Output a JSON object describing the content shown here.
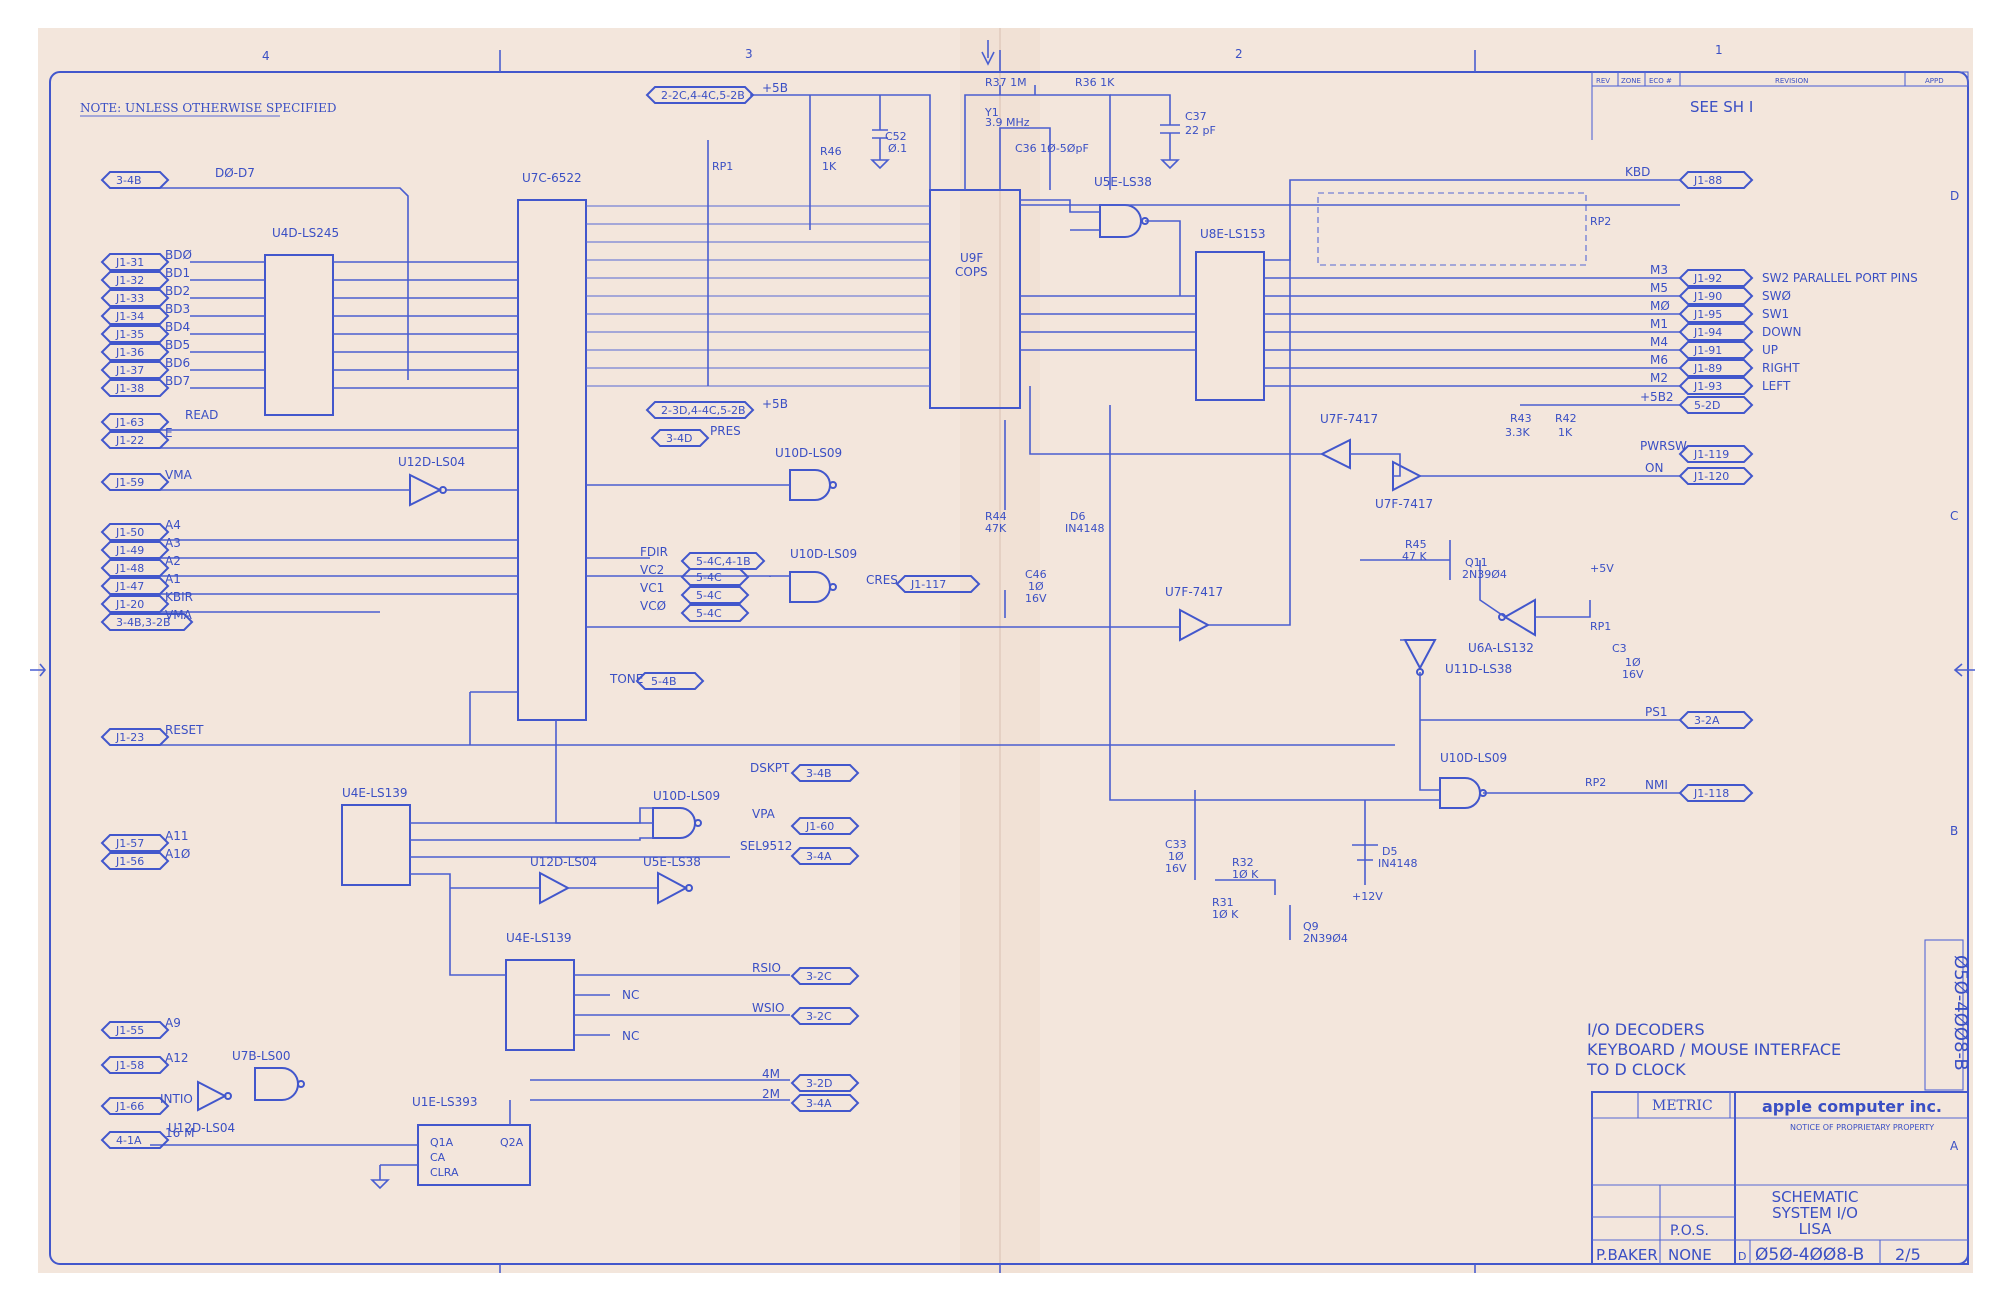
{
  "zones": [
    "4",
    "3",
    "2",
    "1"
  ],
  "rows": [
    "D",
    "C",
    "B",
    "A"
  ],
  "note": "NOTE: UNLESS OTHERWISE SPECIFIED",
  "revision": {
    "headers": [
      "REV",
      "ZONE",
      "ECO #",
      "REVISION",
      "APPD"
    ],
    "entry": "SEE SH I"
  },
  "colors": {
    "ink": "#3a4fc4",
    "paper": "#f3e6dc"
  },
  "chips": {
    "u4d": "U4D-LS245",
    "u7c": "U7C-6522",
    "u9f": "U9F",
    "cops": "COPS",
    "u8e": "U8E-LS153",
    "u5e": "U5E-LS38",
    "u12d_a": "U12D-LS04",
    "u10d_a": "U10D-LS09",
    "u10d_b": "U10D-LS09",
    "u10d_c": "U10D-LS09",
    "u10d_d": "U10D-LS09",
    "u7f_a": "U7F-7417",
    "u7f_b": "U7F-7417",
    "u7f_c": "U7F-7417",
    "u6a": "U6A-LS132",
    "u11d": "U11D-LS38",
    "u4e_a": "U4E-LS139",
    "u4e_b": "U4E-LS139",
    "u12d_b": "U12D-LS04",
    "u12d_c": "U12D-LS04",
    "u5e_b": "U5E-LS38",
    "u7b": "U7B-LS00",
    "u1e": "U1E-LS393"
  },
  "connectors_left": [
    "3-4B",
    "J1-31",
    "J1-32",
    "J1-33",
    "J1-34",
    "J1-35",
    "J1-36",
    "J1-37",
    "J1-38",
    "J1-63",
    "J1-22",
    "J1-59",
    "J1-50",
    "J1-49",
    "J1-48",
    "J1-47",
    "J1-20",
    "3-4B,3-2B",
    "J1-23",
    "J1-57",
    "J1-56",
    "J1-55",
    "J1-58",
    "J1-66",
    "4-1A"
  ],
  "signals_left": [
    "DØ-D7",
    "BDØ",
    "BD1",
    "BD2",
    "BD3",
    "BD4",
    "BD5",
    "BD6",
    "BD7",
    "READ",
    "E",
    "VMA",
    "A4",
    "A3",
    "A2",
    "A1",
    "KBIR",
    "VMA",
    "RESET",
    "A11",
    "A1Ø",
    "A9",
    "A12",
    "INTIO",
    "16 M"
  ],
  "connectors_right": [
    "J1-88",
    "J1-92",
    "J1-90",
    "J1-95",
    "J1-94",
    "J1-91",
    "J1-89",
    "J1-93",
    "5-2D",
    "J1-119",
    "J1-120",
    "3-2A",
    "J1-118"
  ],
  "signals_right": [
    "KBD",
    "M3",
    "M5",
    "MØ",
    "M1",
    "M4",
    "M6",
    "M2",
    "+5B2",
    "PWRSW",
    "ON",
    "PS1",
    "NMI"
  ],
  "right_desc": [
    "SW2 PARALLEL PORT PINS",
    "SWØ",
    "SW1",
    "DOWN",
    "UP",
    "RIGHT",
    "LEFT"
  ],
  "top_offsheet": [
    "2-2C,4-4C,5-2B",
    "+5B",
    "2-3D,4-4C,5-2B",
    "+5B",
    "3-4D",
    "PRES"
  ],
  "via_labels": [
    "FDIR",
    "VC2",
    "VC1",
    "VCØ",
    "5-4C,4-1B",
    "5-4C",
    "5-4C",
    "5-4C",
    "TONE",
    "5-4B",
    "CRES",
    "J1-117"
  ],
  "bottom_offsheet": [
    "DSKPT",
    "3-4B",
    "VPA",
    "J1-60",
    "SEL9512",
    "3-4A",
    "RSIO",
    "3-2C",
    "WSIO",
    "3-2C",
    "4M",
    "3-2D",
    "2M",
    "3-4A",
    "NC",
    "NC"
  ],
  "components": [
    "R37 1M",
    "R36 1K",
    "Y1",
    "3.9 MHz",
    "C36 1Ø-5ØpF",
    "C37",
    "22 pF",
    "R46",
    "1K",
    "C52",
    "Ø.1",
    "R44",
    "47K",
    "D6",
    "IN4148",
    "C46",
    "1Ø",
    "16V",
    "R43",
    "3.3K",
    "R42",
    "1K",
    "R45",
    "47 K",
    "Q11",
    "2N39Ø4",
    "C3",
    "1Ø",
    "16V",
    "C33",
    "1Ø",
    "16V",
    "R32",
    "1Ø K",
    "R31",
    "1Ø K",
    "Q9",
    "2N39Ø4",
    "D5",
    "IN4148",
    "+12V",
    "RP1",
    "RP2",
    "RP1",
    "RP2",
    "+5V"
  ],
  "title_block": {
    "block_title": "I/O DECODERS\nKEYBOARD / MOUSE INTERFACE\nTO D CLOCK",
    "block_lines": [
      "I/O DECODERS",
      "KEYBOARD / MOUSE INTERFACE",
      "TO D CLOCK"
    ],
    "metric": "METRIC",
    "company": "apple computer inc.",
    "notice": "NOTICE OF PROPRIETARY PROPERTY",
    "title_lines": [
      "SCHEMATIC",
      "SYSTEM I/O",
      "LISA"
    ],
    "drawn": "P.BAKER",
    "scale": "NONE",
    "size": "D",
    "dwg_no": "Ø5Ø-4ØØ8-B",
    "sheet": "2/5",
    "side_dwg": "Ø5Ø-4ØØ8-B",
    "pos": "P.O.S."
  }
}
